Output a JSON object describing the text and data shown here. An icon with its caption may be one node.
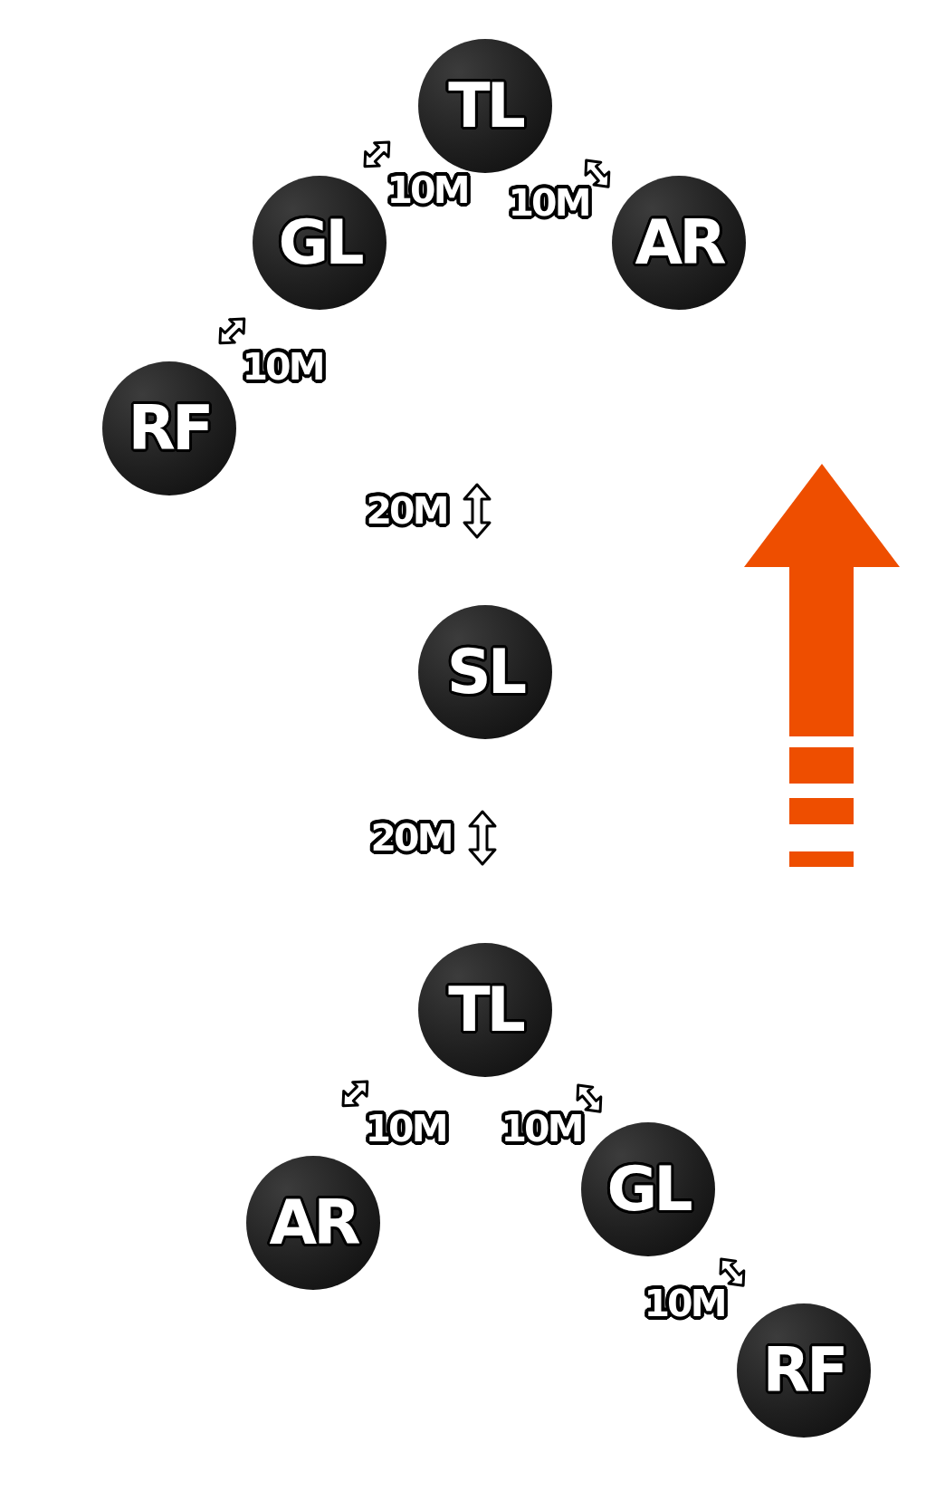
{
  "diagram": {
    "nodes": [
      {
        "text": [
          "TL"
        ]
      },
      {
        "text": [
          "GL"
        ]
      },
      {
        "text": [
          "AR"
        ]
      },
      {
        "text": [
          "RF"
        ]
      },
      {
        "text": [
          "SL"
        ]
      },
      {
        "text": [
          "TL"
        ]
      },
      {
        "text": [
          "GL"
        ]
      },
      {
        "text": [
          "AR"
        ]
      },
      {
        "text": [
          "RF"
        ]
      }
    ],
    "labels": [
      "10M",
      "10M",
      "10M",
      "20M",
      "20M",
      "10M",
      "10M",
      "10M"
    ]
  }
}
